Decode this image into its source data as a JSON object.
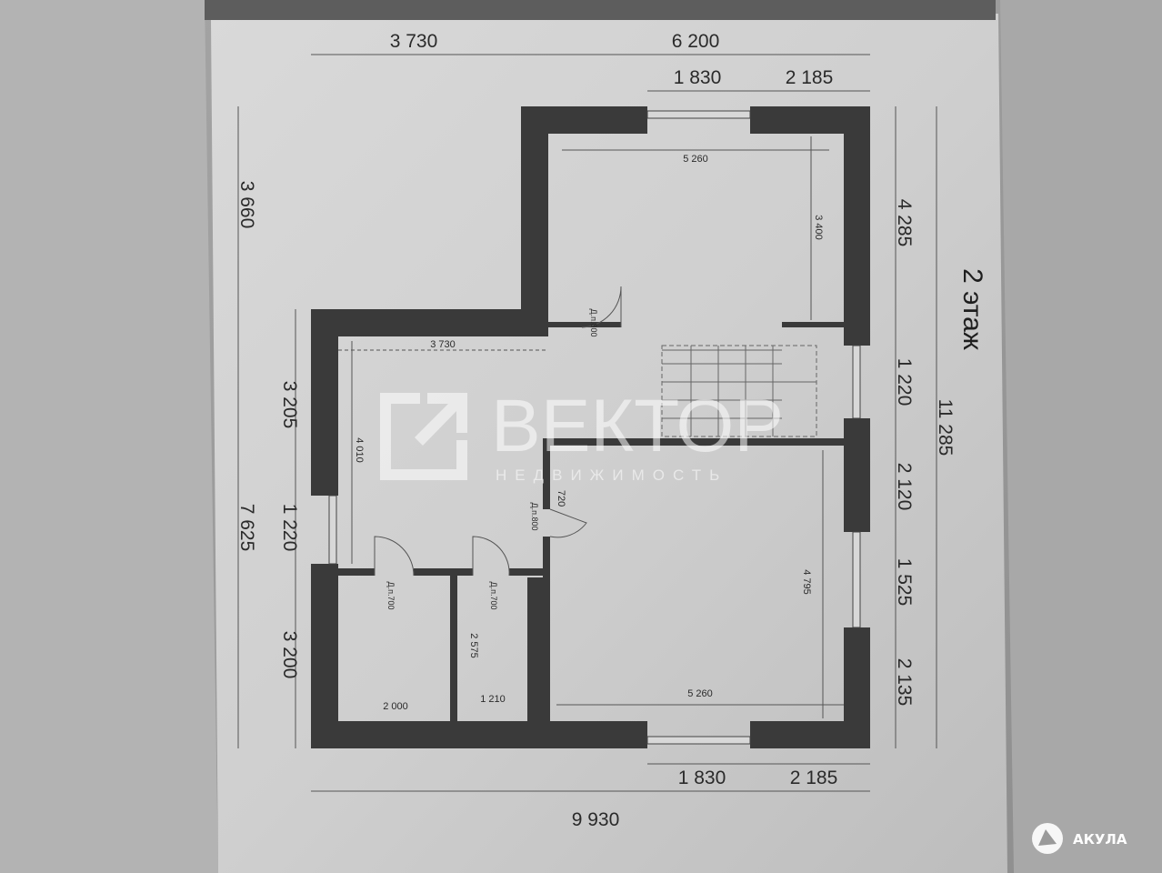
{
  "plan": {
    "title": "2 этаж",
    "top_dims": {
      "overall_left": "3 730",
      "overall_right": "6 200",
      "window_width": "1 830",
      "window_right": "2 185"
    },
    "bottom_dims": {
      "window_width": "1 830",
      "window_right": "2 185",
      "overall": "9 930"
    },
    "left_dims": {
      "upper": "3 660",
      "d1": "3 205",
      "d2": "1 220",
      "d3": "3 200",
      "lower_total": "7 625"
    },
    "right_dims": {
      "d1": "4 285",
      "d2": "1 220",
      "d3": "2 120",
      "d4": "1 525",
      "d5": "2 135",
      "total": "11 285"
    },
    "rooms": {
      "top_room_width": "5 260",
      "top_room_depth": "3 400",
      "hall_width": "3 730",
      "hall_depth": "4 010",
      "bottom_room_width": "5 260",
      "bottom_room_depth": "4 795",
      "room_small_1_width": "2 000",
      "room_small_2_width": "1 210",
      "room_small_2_depth": "2 575",
      "partition": "720"
    },
    "doors": [
      "Д.п.800",
      "Д.п.800",
      "Д.п.700",
      "Д.п.700"
    ]
  },
  "watermark": {
    "name": "ВЕКТОР",
    "subtitle": "НЕДВИЖИМОСТЬ"
  },
  "source_badge": {
    "name": "АКУЛА"
  }
}
